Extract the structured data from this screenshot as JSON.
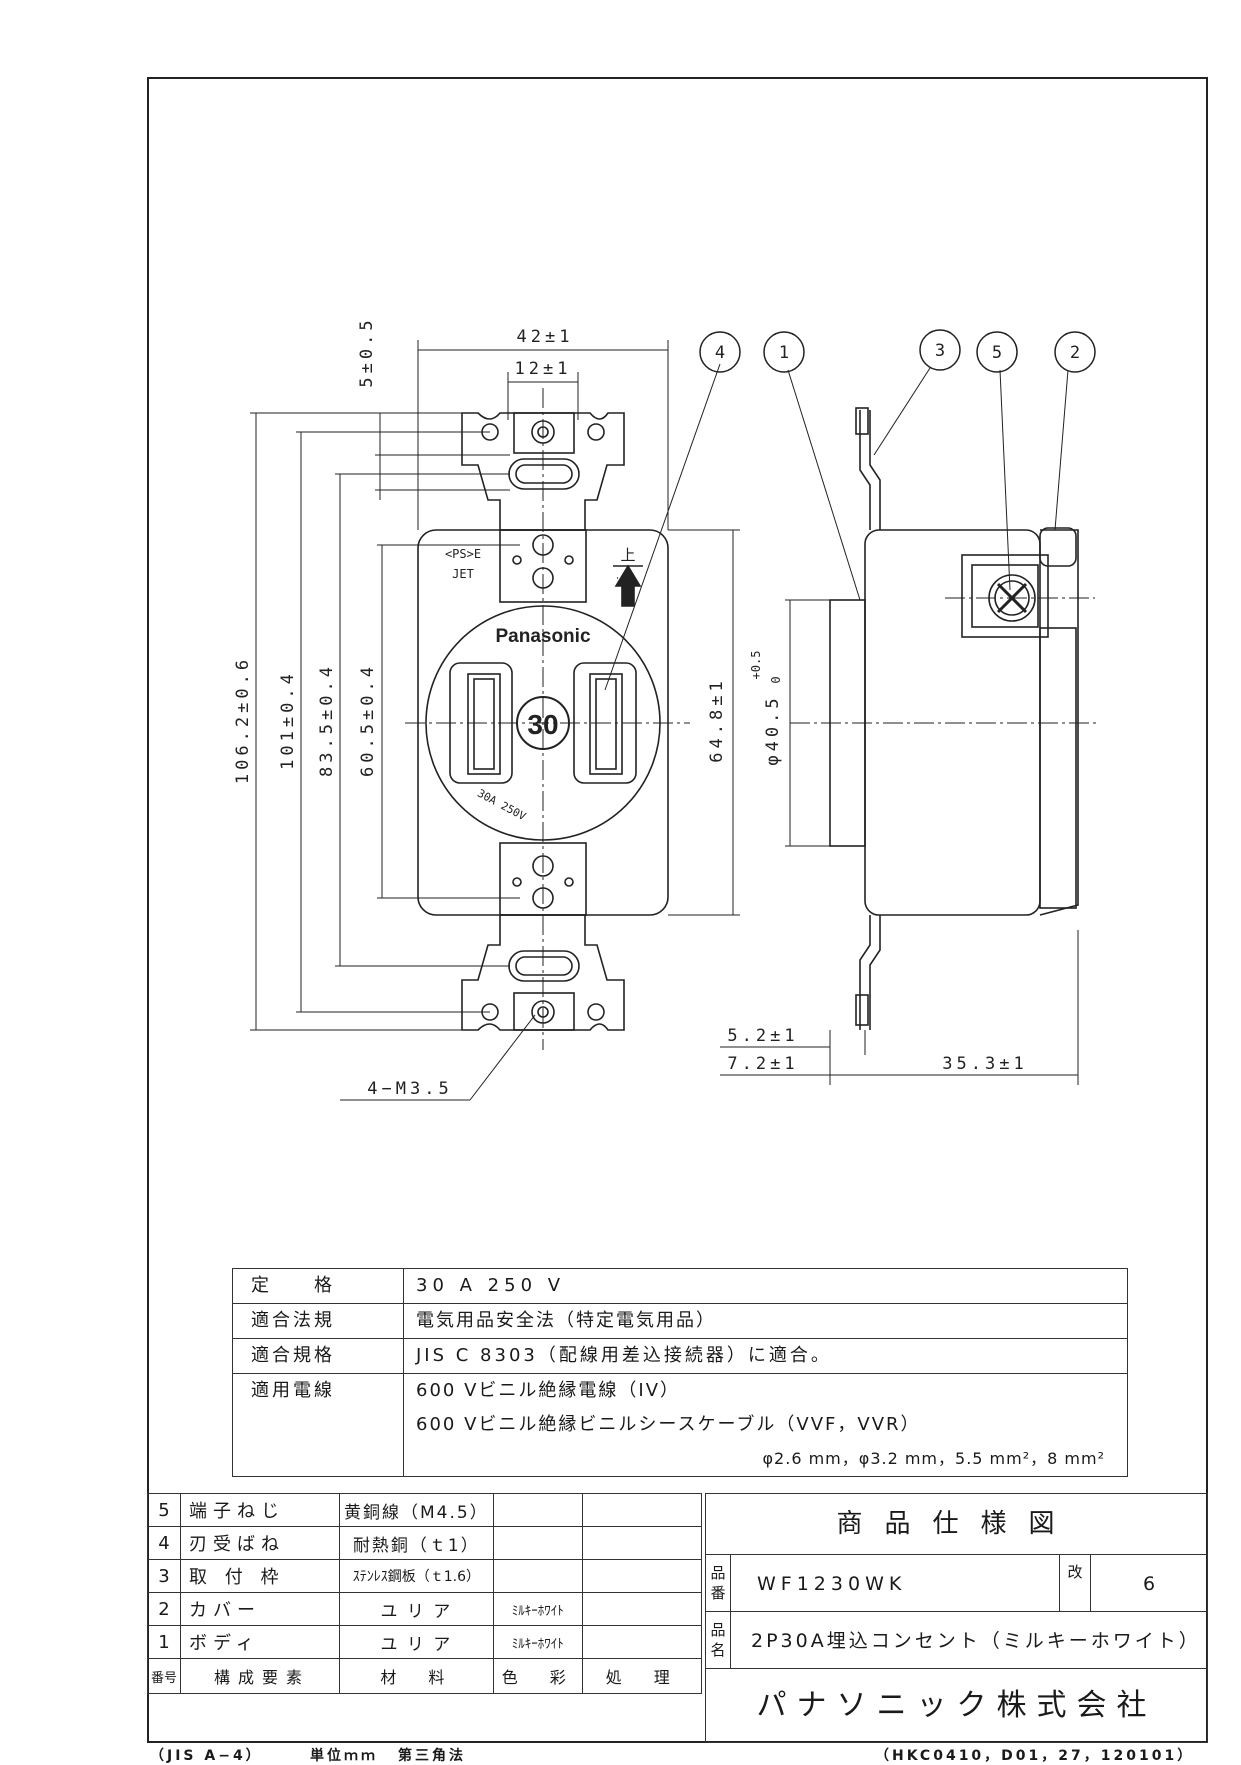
{
  "drawing": {
    "dims": {
      "top_gap": "5±0.5",
      "width_overall": "42±1",
      "width_inner": "12±1",
      "h_overall": "106.2±0.6",
      "h_101": "101±0.4",
      "h_83": "83.5±0.4",
      "h_60": "60.5±0.4",
      "h_64": "64.8±1",
      "dia": "φ40.5",
      "dia_tol_plus": "+0.5",
      "dia_tol_minus": "0",
      "screw": "4−M3.5",
      "side_52": "5.2±1",
      "side_72": "7.2±1",
      "side_353": "35.3±1"
    },
    "callouts": [
      "4",
      "1",
      "3",
      "5",
      "2"
    ],
    "face": {
      "brand": "Panasonic",
      "rating_big": "30",
      "rating_text": "30A 250V",
      "ps_mark": "<PS>E",
      "jet": "JET",
      "up_mark": "上"
    }
  },
  "spec": [
    {
      "key": "定　　格",
      "lines": [
        "30 A 250 V"
      ]
    },
    {
      "key": "適合法規",
      "lines": [
        "電気用品安全法（特定電気用品）"
      ]
    },
    {
      "key": "適合規格",
      "lines": [
        "JIS C 8303（配線用差込接続器）に適合。"
      ]
    },
    {
      "key": "適用電線",
      "lines": [
        "600 Vビニル絶縁電線（IV）",
        "600 Vビニル絶縁ビニルシースケーブル（VVF，VVR）",
        "φ2.6 mm，φ3.2 mm，5.5 mm²，8 mm²"
      ]
    }
  ],
  "parts": [
    {
      "no": "5",
      "name": "端子ねじ",
      "material": "黄銅線（M4.5）",
      "color": "",
      "finish": ""
    },
    {
      "no": "4",
      "name": "刃受ばね",
      "material": "耐熱銅（ｔ1）",
      "color": "",
      "finish": ""
    },
    {
      "no": "3",
      "name": "取 付 枠",
      "material": "ｽﾃﾝﾚｽ鋼板（ｔ1.6）",
      "color": "",
      "finish": ""
    },
    {
      "no": "2",
      "name": "カバー",
      "material": "ユ リ ア",
      "color": "ﾐﾙｷｰﾎﾜｲﾄ",
      "finish": ""
    },
    {
      "no": "1",
      "name": "ボディ",
      "material": "ユ リ ア",
      "color": "ﾐﾙｷｰﾎﾜｲﾄ",
      "finish": ""
    }
  ],
  "parts_header": {
    "no": "番号",
    "name": "構成要素",
    "material": "材　料",
    "color": "色　彩",
    "finish": "処　理"
  },
  "title_block": {
    "doc_title": "商品仕様図",
    "model_label": "品番",
    "model": "WF1230WK",
    "rev_label": "改",
    "rev": "6",
    "name_label": "品名",
    "product_name": "2P30A埋込コンセント（ミルキーホワイト）",
    "company": "パナソニック株式会社"
  },
  "footer": {
    "paper": "（JIS A−4）",
    "unit": "単位ｍｍ",
    "projection": "第三角法",
    "code": "（HKC0410，D01，27，120101）"
  }
}
